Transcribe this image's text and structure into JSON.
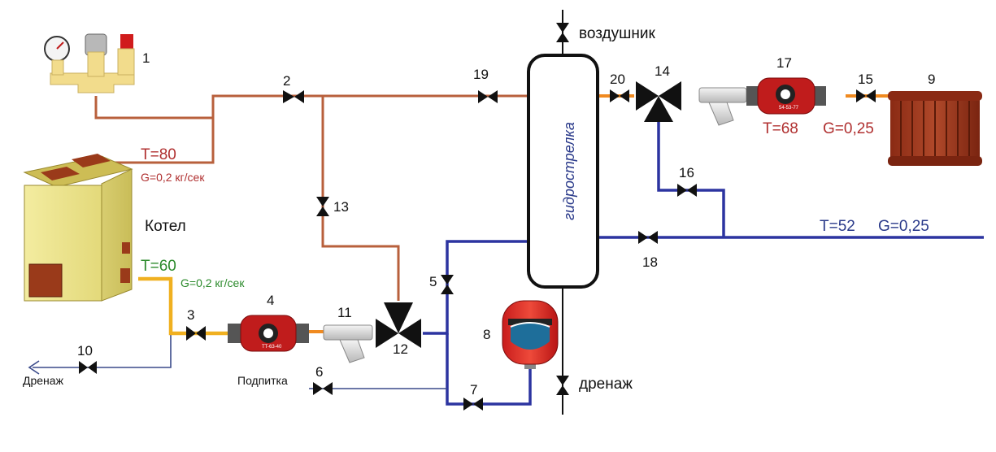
{
  "colors": {
    "hot": "#b8603c",
    "cold": "#2c34a0",
    "boiler_out": "#f0b020",
    "thin": "#3a4a8a",
    "black": "#111111"
  },
  "labels": {
    "n1": "1",
    "n2": "2",
    "n3": "3",
    "n4": "4",
    "n5": "5",
    "n6": "6",
    "n7": "7",
    "n8": "8",
    "n9": "9",
    "n10": "10",
    "n11": "11",
    "n12": "12",
    "n13": "13",
    "n14": "14",
    "n15": "15",
    "n16": "16",
    "n17": "17",
    "n18": "18",
    "n19": "19",
    "n20": "20"
  },
  "text": {
    "boiler": "Котел",
    "t80": "T=80",
    "g_supply": "G=0,2 кг/сек",
    "t60": "T=60",
    "g_return": "G=0,2 кг/сек",
    "t68": "T=68",
    "g025_top": "G=0,25",
    "t52": "T=52",
    "g025_bottom": "G=0,25",
    "hydro": "гидрострелка",
    "vent": "воздушник",
    "drain_right": "дренаж",
    "drain_left": "Дренаж",
    "makeup": "Подпитка",
    "pump4_label": "TT-63-40",
    "pump17_label": "54-53-77"
  }
}
